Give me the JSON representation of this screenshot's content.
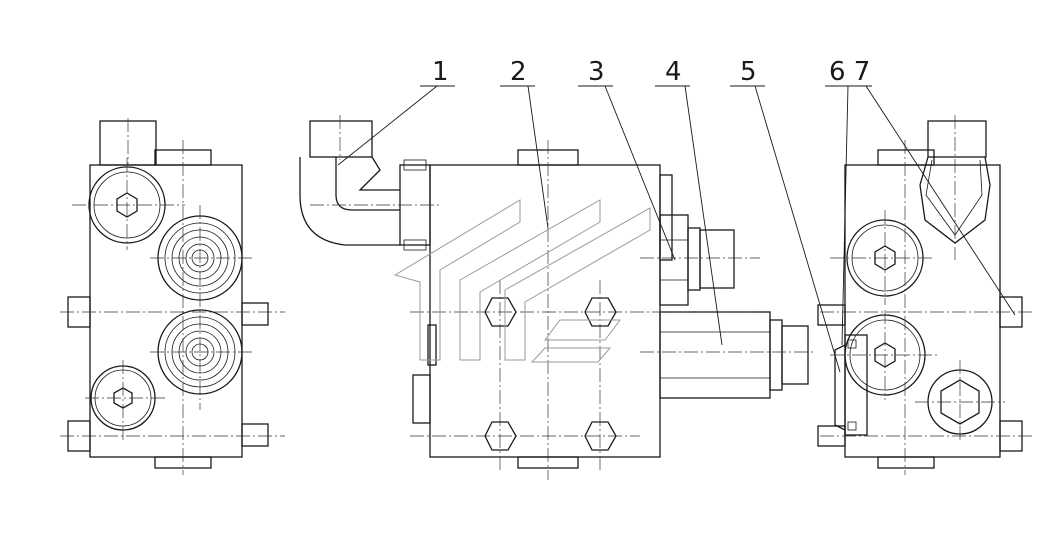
{
  "drawing": {
    "callouts": [
      {
        "id": "c1",
        "label": "1"
      },
      {
        "id": "c2",
        "label": "2"
      },
      {
        "id": "c3",
        "label": "3"
      },
      {
        "id": "c4",
        "label": "4"
      },
      {
        "id": "c5",
        "label": "5"
      },
      {
        "id": "c67",
        "label": "6 7"
      }
    ]
  }
}
